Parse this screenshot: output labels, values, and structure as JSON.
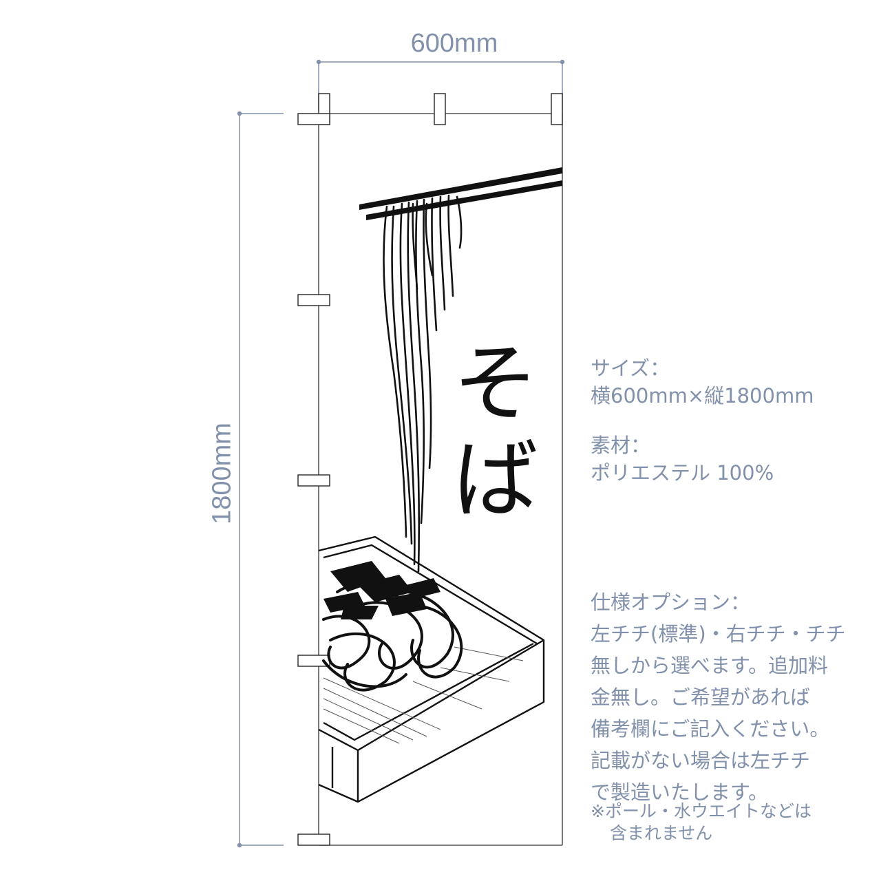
{
  "dimensions": {
    "width_label": "600mm",
    "height_label": "1800mm"
  },
  "banner": {
    "title_line1": "そ",
    "title_line2": "ば",
    "illustration": "soba-noodles-on-zaru-icon"
  },
  "specs": {
    "size_label": "サイズ：",
    "size_value": "横600mm×縦1800mm",
    "material_label": "素材：",
    "material_value": "ポリエステル 100%",
    "options_label": "仕様オプション：",
    "options_lines": [
      "左チチ(標準)・右チチ・チチ",
      "無しから選べます。追加料",
      "金無し。ご希望があれば",
      "備考欄にご記入ください。",
      "記載がない場合は左チチ",
      "で製造いたします。"
    ],
    "note_line1": "※ポール・水ウエイトなどは",
    "note_line2": "含まれません"
  },
  "colors": {
    "dimension": "#8291ab",
    "outline": "#222222"
  }
}
